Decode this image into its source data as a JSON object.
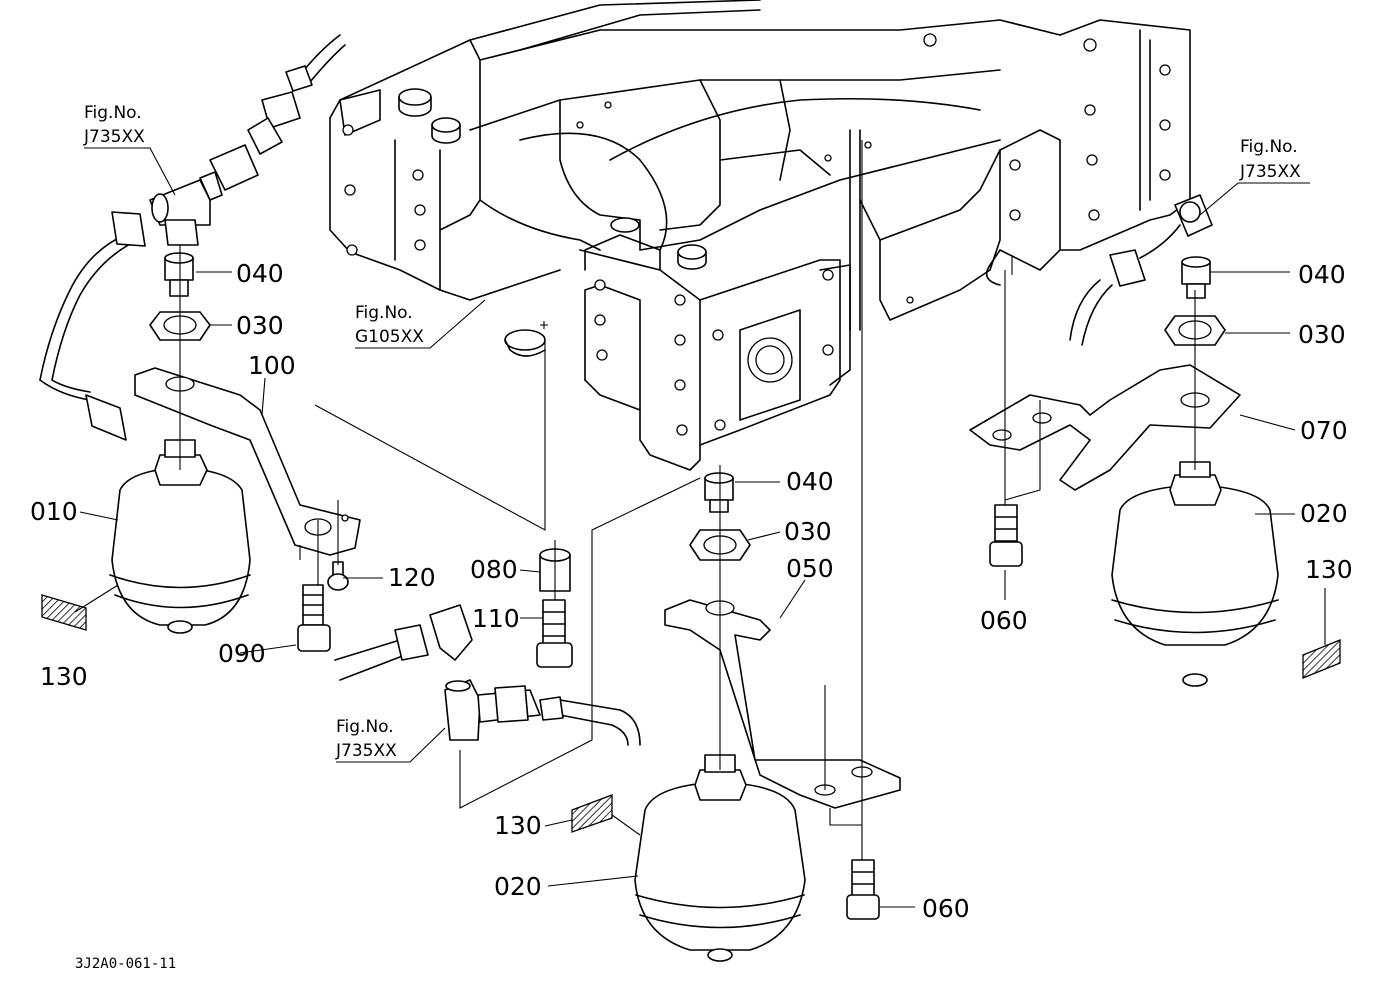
{
  "diagram_code": "3J2A0-061-11",
  "fig_refs": [
    {
      "id": "ref-tl",
      "label": "Fig.No.",
      "code": "J735XX"
    },
    {
      "id": "ref-tr",
      "label": "Fig.No.",
      "code": "J735XX"
    },
    {
      "id": "ref-mid",
      "label": "Fig.No.",
      "code": "G105XX"
    },
    {
      "id": "ref-bot",
      "label": "Fig.No.",
      "code": "J735XX"
    }
  ],
  "callouts": [
    {
      "id": "c040a",
      "text": "040"
    },
    {
      "id": "c030a",
      "text": "030"
    },
    {
      "id": "c100",
      "text": "100"
    },
    {
      "id": "c010",
      "text": "010"
    },
    {
      "id": "c130a",
      "text": "130"
    },
    {
      "id": "c120",
      "text": "120"
    },
    {
      "id": "c090",
      "text": "090"
    },
    {
      "id": "c080",
      "text": "080"
    },
    {
      "id": "c110",
      "text": "110"
    },
    {
      "id": "c040b",
      "text": "040"
    },
    {
      "id": "c030b",
      "text": "030"
    },
    {
      "id": "c050",
      "text": "050"
    },
    {
      "id": "c130b",
      "text": "130"
    },
    {
      "id": "c020b",
      "text": "020"
    },
    {
      "id": "c060b",
      "text": "060"
    },
    {
      "id": "c040c",
      "text": "040"
    },
    {
      "id": "c030c",
      "text": "030"
    },
    {
      "id": "c070",
      "text": "070"
    },
    {
      "id": "c020c",
      "text": "020"
    },
    {
      "id": "c130c",
      "text": "130"
    },
    {
      "id": "c060c",
      "text": "060"
    }
  ]
}
